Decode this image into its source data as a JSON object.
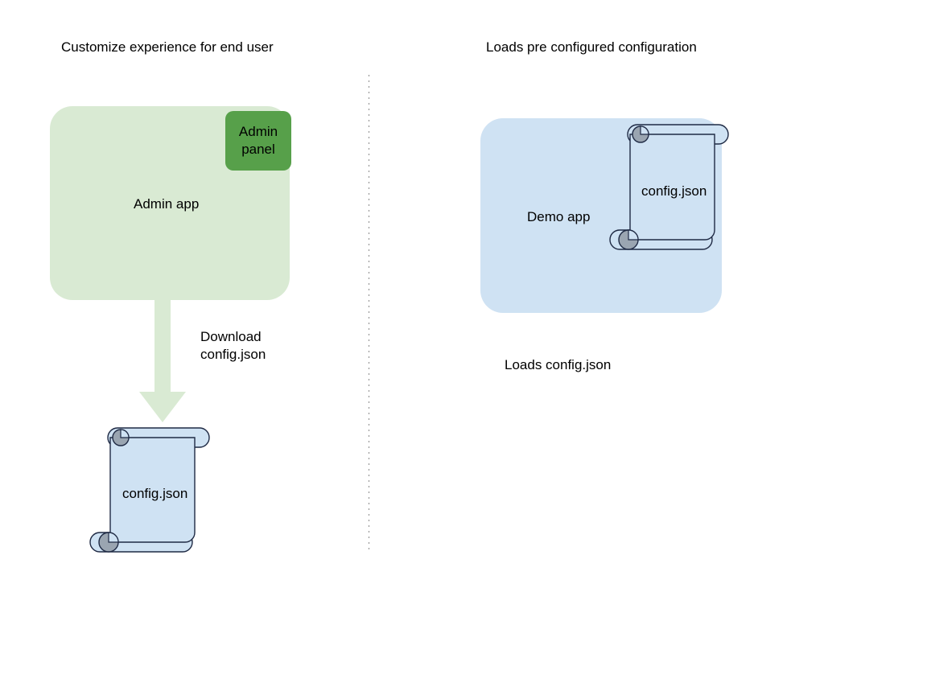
{
  "diagram": {
    "title_left": "Customize experience for end user",
    "title_right": "Loads pre configured configuration",
    "left": {
      "app_label": "Admin app",
      "panel_label": "Admin\npanel",
      "arrow_label": "Download\nconfig.json",
      "document_label": "config.json"
    },
    "right": {
      "app_label": "Demo app",
      "document_label": "config.json",
      "caption": "Loads config.json"
    },
    "colors": {
      "admin_app_fill": "#d9ead3",
      "admin_panel_fill": "#57a04a",
      "demo_app_fill": "#cfe2f3",
      "document_fill": "#cfe2f3",
      "document_stroke": "#1f2a44",
      "roll_fill": "#9aa5b1",
      "arrow_fill": "#d9ead3",
      "divider": "#999999",
      "text": "#000000",
      "background": "#ffffff"
    }
  }
}
